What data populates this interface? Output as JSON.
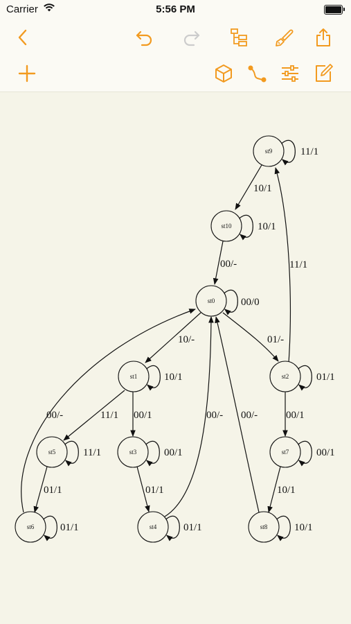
{
  "status": {
    "carrier": "Carrier",
    "time": "5:56 PM"
  },
  "toolbar": {
    "row1": [
      "back",
      "undo",
      "redo",
      "hierarchy",
      "paint",
      "share"
    ],
    "row2": [
      "add",
      "box",
      "connect",
      "sliders",
      "edit"
    ],
    "accent": "#f29a1f",
    "disabled": "#cccccc"
  },
  "graph": {
    "nodes": [
      {
        "id": "st9",
        "label": "st9"
      },
      {
        "id": "st10",
        "label": "st10"
      },
      {
        "id": "st0",
        "label": "st0"
      },
      {
        "id": "st1",
        "label": "st1"
      },
      {
        "id": "st2",
        "label": "st2"
      },
      {
        "id": "st5",
        "label": "st5"
      },
      {
        "id": "st3",
        "label": "st3"
      },
      {
        "id": "st7",
        "label": "st7"
      },
      {
        "id": "st6",
        "label": "st6"
      },
      {
        "id": "st4",
        "label": "st4"
      },
      {
        "id": "st8",
        "label": "st8"
      }
    ],
    "edges": [
      {
        "from": "st9",
        "to": "st9",
        "label": "11/1"
      },
      {
        "from": "st9",
        "to": "st10",
        "label": "10/1"
      },
      {
        "from": "st10",
        "to": "st10",
        "label": "10/1"
      },
      {
        "from": "st10",
        "to": "st0",
        "label": "00/-"
      },
      {
        "from": "st2",
        "to": "st9",
        "label": "11/1"
      },
      {
        "from": "st0",
        "to": "st0",
        "label": "00/0"
      },
      {
        "from": "st0",
        "to": "st1",
        "label": "10/-"
      },
      {
        "from": "st0",
        "to": "st2",
        "label": "01/-"
      },
      {
        "from": "st1",
        "to": "st1",
        "label": "10/1"
      },
      {
        "from": "st2",
        "to": "st2",
        "label": "01/1"
      },
      {
        "from": "st1",
        "to": "st5",
        "label": "11/1"
      },
      {
        "from": "st1",
        "to": "st3",
        "label": "00/1"
      },
      {
        "from": "st2",
        "to": "st7",
        "label": "00/1"
      },
      {
        "from": "st6",
        "to": "st0",
        "label": "00/-"
      },
      {
        "from": "st4",
        "to": "st0",
        "label": "00/-"
      },
      {
        "from": "st8",
        "to": "st0",
        "label": "00/-"
      },
      {
        "from": "st5",
        "to": "st5",
        "label": "11/1"
      },
      {
        "from": "st3",
        "to": "st3",
        "label": "00/1"
      },
      {
        "from": "st7",
        "to": "st7",
        "label": "00/1"
      },
      {
        "from": "st5",
        "to": "st6",
        "label": "01/1"
      },
      {
        "from": "st3",
        "to": "st4",
        "label": "01/1"
      },
      {
        "from": "st7",
        "to": "st8",
        "label": "10/1"
      },
      {
        "from": "st6",
        "to": "st6",
        "label": "01/1"
      },
      {
        "from": "st4",
        "to": "st4",
        "label": "01/1"
      },
      {
        "from": "st8",
        "to": "st8",
        "label": "10/1"
      }
    ]
  }
}
